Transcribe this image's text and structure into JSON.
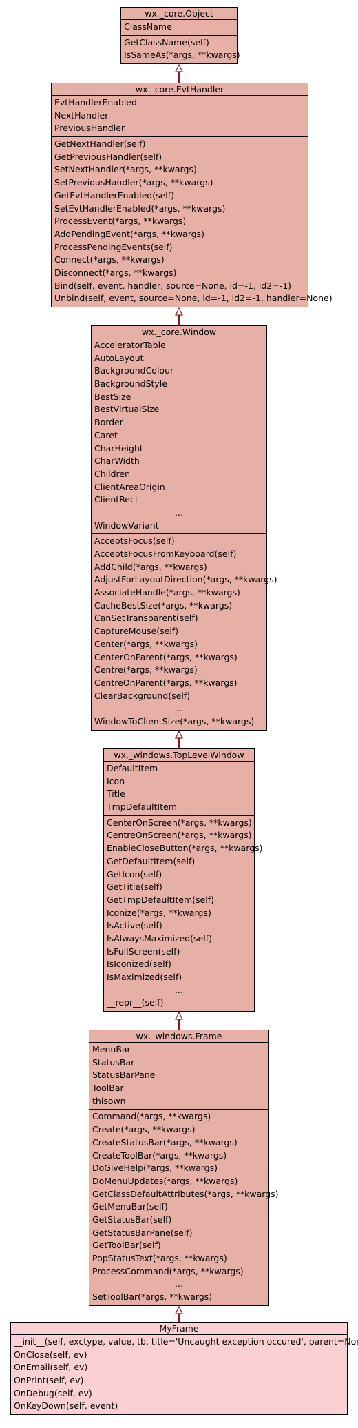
{
  "diagram": {
    "classes": [
      {
        "key": "object",
        "name": "wx._core.Object",
        "attributes": [
          "ClassName"
        ],
        "methods": [
          "GetClassName(self)",
          "IsSameAs(*args, **kwargs)"
        ]
      },
      {
        "key": "evthandler",
        "name": "wx._core.EvtHandler",
        "attributes": [
          "EvtHandlerEnabled",
          "NextHandler",
          "PreviousHandler"
        ],
        "methods": [
          "GetNextHandler(self)",
          "GetPreviousHandler(self)",
          "SetNextHandler(*args, **kwargs)",
          "SetPreviousHandler(*args, **kwargs)",
          "GetEvtHandlerEnabled(self)",
          "SetEvtHandlerEnabled(*args, **kwargs)",
          "ProcessEvent(*args, **kwargs)",
          "AddPendingEvent(*args, **kwargs)",
          "ProcessPendingEvents(self)",
          "Connect(*args, **kwargs)",
          "Disconnect(*args, **kwargs)",
          "Bind(self, event, handler, source=None, id=-1, id2=-1)",
          "Unbind(self, event, source=None, id=-1, id2=-1, handler=None)"
        ]
      },
      {
        "key": "window",
        "name": "wx._core.Window",
        "attributes": [
          "AcceleratorTable",
          "AutoLayout",
          "BackgroundColour",
          "BackgroundStyle",
          "BestSize",
          "BestVirtualSize",
          "Border",
          "Caret",
          "CharHeight",
          "CharWidth",
          "Children",
          "ClientAreaOrigin",
          "ClientRect",
          "...",
          "WindowVariant"
        ],
        "methods": [
          "AcceptsFocus(self)",
          "AcceptsFocusFromKeyboard(self)",
          "AddChild(*args, **kwargs)",
          "AdjustForLayoutDirection(*args, **kwargs)",
          "AssociateHandle(*args, **kwargs)",
          "CacheBestSize(*args, **kwargs)",
          "CanSetTransparent(self)",
          "CaptureMouse(self)",
          "Center(*args, **kwargs)",
          "CenterOnParent(*args, **kwargs)",
          "Centre(*args, **kwargs)",
          "CentreOnParent(*args, **kwargs)",
          "ClearBackground(self)",
          "...",
          "WindowToClientSize(*args, **kwargs)"
        ]
      },
      {
        "key": "tlw",
        "name": "wx._windows.TopLevelWindow",
        "attributes": [
          "DefaultItem",
          "Icon",
          "Title",
          "TmpDefaultItem"
        ],
        "methods": [
          "CenterOnScreen(*args, **kwargs)",
          "CentreOnScreen(*args, **kwargs)",
          "EnableCloseButton(*args, **kwargs)",
          "GetDefaultItem(self)",
          "GetIcon(self)",
          "GetTitle(self)",
          "GetTmpDefaultItem(self)",
          "Iconize(*args, **kwargs)",
          "IsActive(self)",
          "IsAlwaysMaximized(self)",
          "IsFullScreen(self)",
          "IsIconized(self)",
          "IsMaximized(self)",
          "...",
          "__repr__(self)"
        ]
      },
      {
        "key": "frame",
        "name": "wx._windows.Frame",
        "attributes": [
          "MenuBar",
          "StatusBar",
          "StatusBarPane",
          "ToolBar",
          "thisown"
        ],
        "methods": [
          "Command(*args, **kwargs)",
          "Create(*args, **kwargs)",
          "CreateStatusBar(*args, **kwargs)",
          "CreateToolBar(*args, **kwargs)",
          "DoGiveHelp(*args, **kwargs)",
          "DoMenuUpdates(*args, **kwargs)",
          "GetClassDefaultAttributes(*args, **kwargs)",
          "GetMenuBar(self)",
          "GetStatusBar(self)",
          "GetStatusBarPane(self)",
          "GetToolBar(self)",
          "PopStatusText(*args, **kwargs)",
          "ProcessCommand(*args, **kwargs)",
          "...",
          "SetToolBar(*args, **kwargs)"
        ]
      },
      {
        "key": "myframe",
        "name": "MyFrame",
        "attributes": [],
        "methods": [
          "__init__(self, exctype, value, tb, title='Uncaught exception occured', parent=None)",
          "OnClose(self, ev)",
          "OnEmail(self, ev)",
          "OnPrint(self, ev)",
          "OnDebug(self, ev)",
          "OnKeyDown(self, event)"
        ]
      }
    ],
    "colors": {
      "class_fill": "#e6b0a6",
      "leaf_fill": "#fbd0d2",
      "border": "#000000",
      "arrow": "#8b1a1a"
    }
  }
}
